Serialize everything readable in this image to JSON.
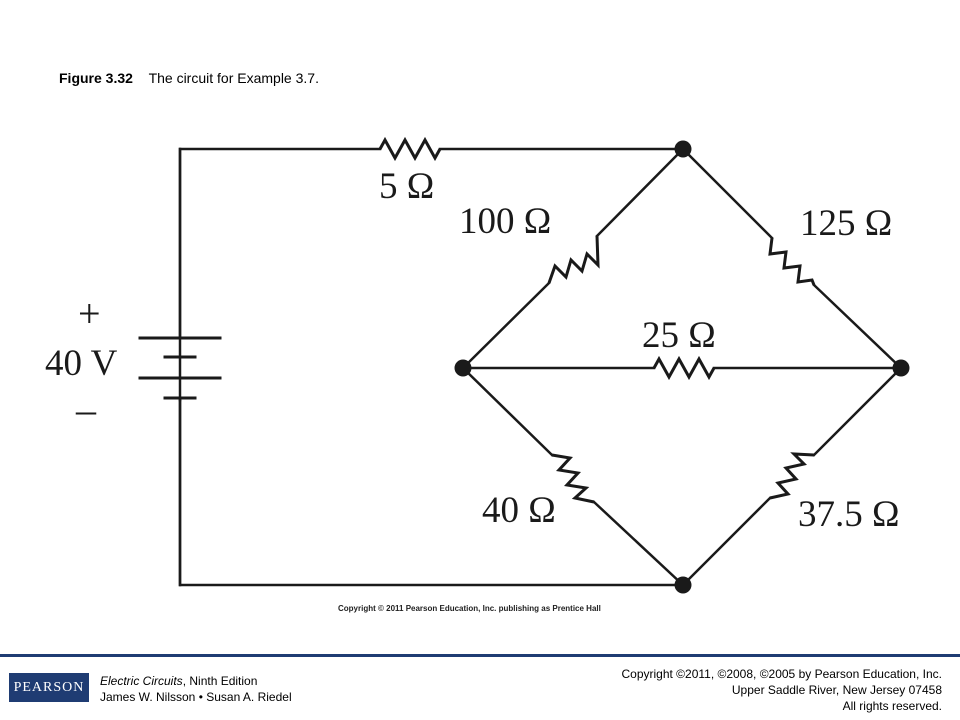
{
  "caption": {
    "figure_label": "Figure 3.32",
    "figure_title": "The circuit for Example 3.7."
  },
  "circuit": {
    "source": {
      "plus": "+",
      "value": "40 V",
      "minus": "–"
    },
    "resistors": {
      "r_series": "5 Ω",
      "r_upper_left": "100 Ω",
      "r_upper_right": "125 Ω",
      "r_middle": "25 Ω",
      "r_lower_left": "40 Ω",
      "r_lower_right": "37.5 Ω"
    },
    "copyright": "Copyright © 2011 Pearson Education, Inc. publishing as Prentice Hall"
  },
  "footer": {
    "logo": "PEARSON",
    "book_title": "Electric Circuits",
    "edition": ", Ninth Edition",
    "authors": "James W. Nilsson • Susan A. Riedel",
    "copyright_line1": "Copyright ©2011, ©2008, ©2005 by Pearson Education, Inc.",
    "copyright_line2": "Upper Saddle River, New Jersey 07458",
    "copyright_line3": "All rights reserved."
  }
}
